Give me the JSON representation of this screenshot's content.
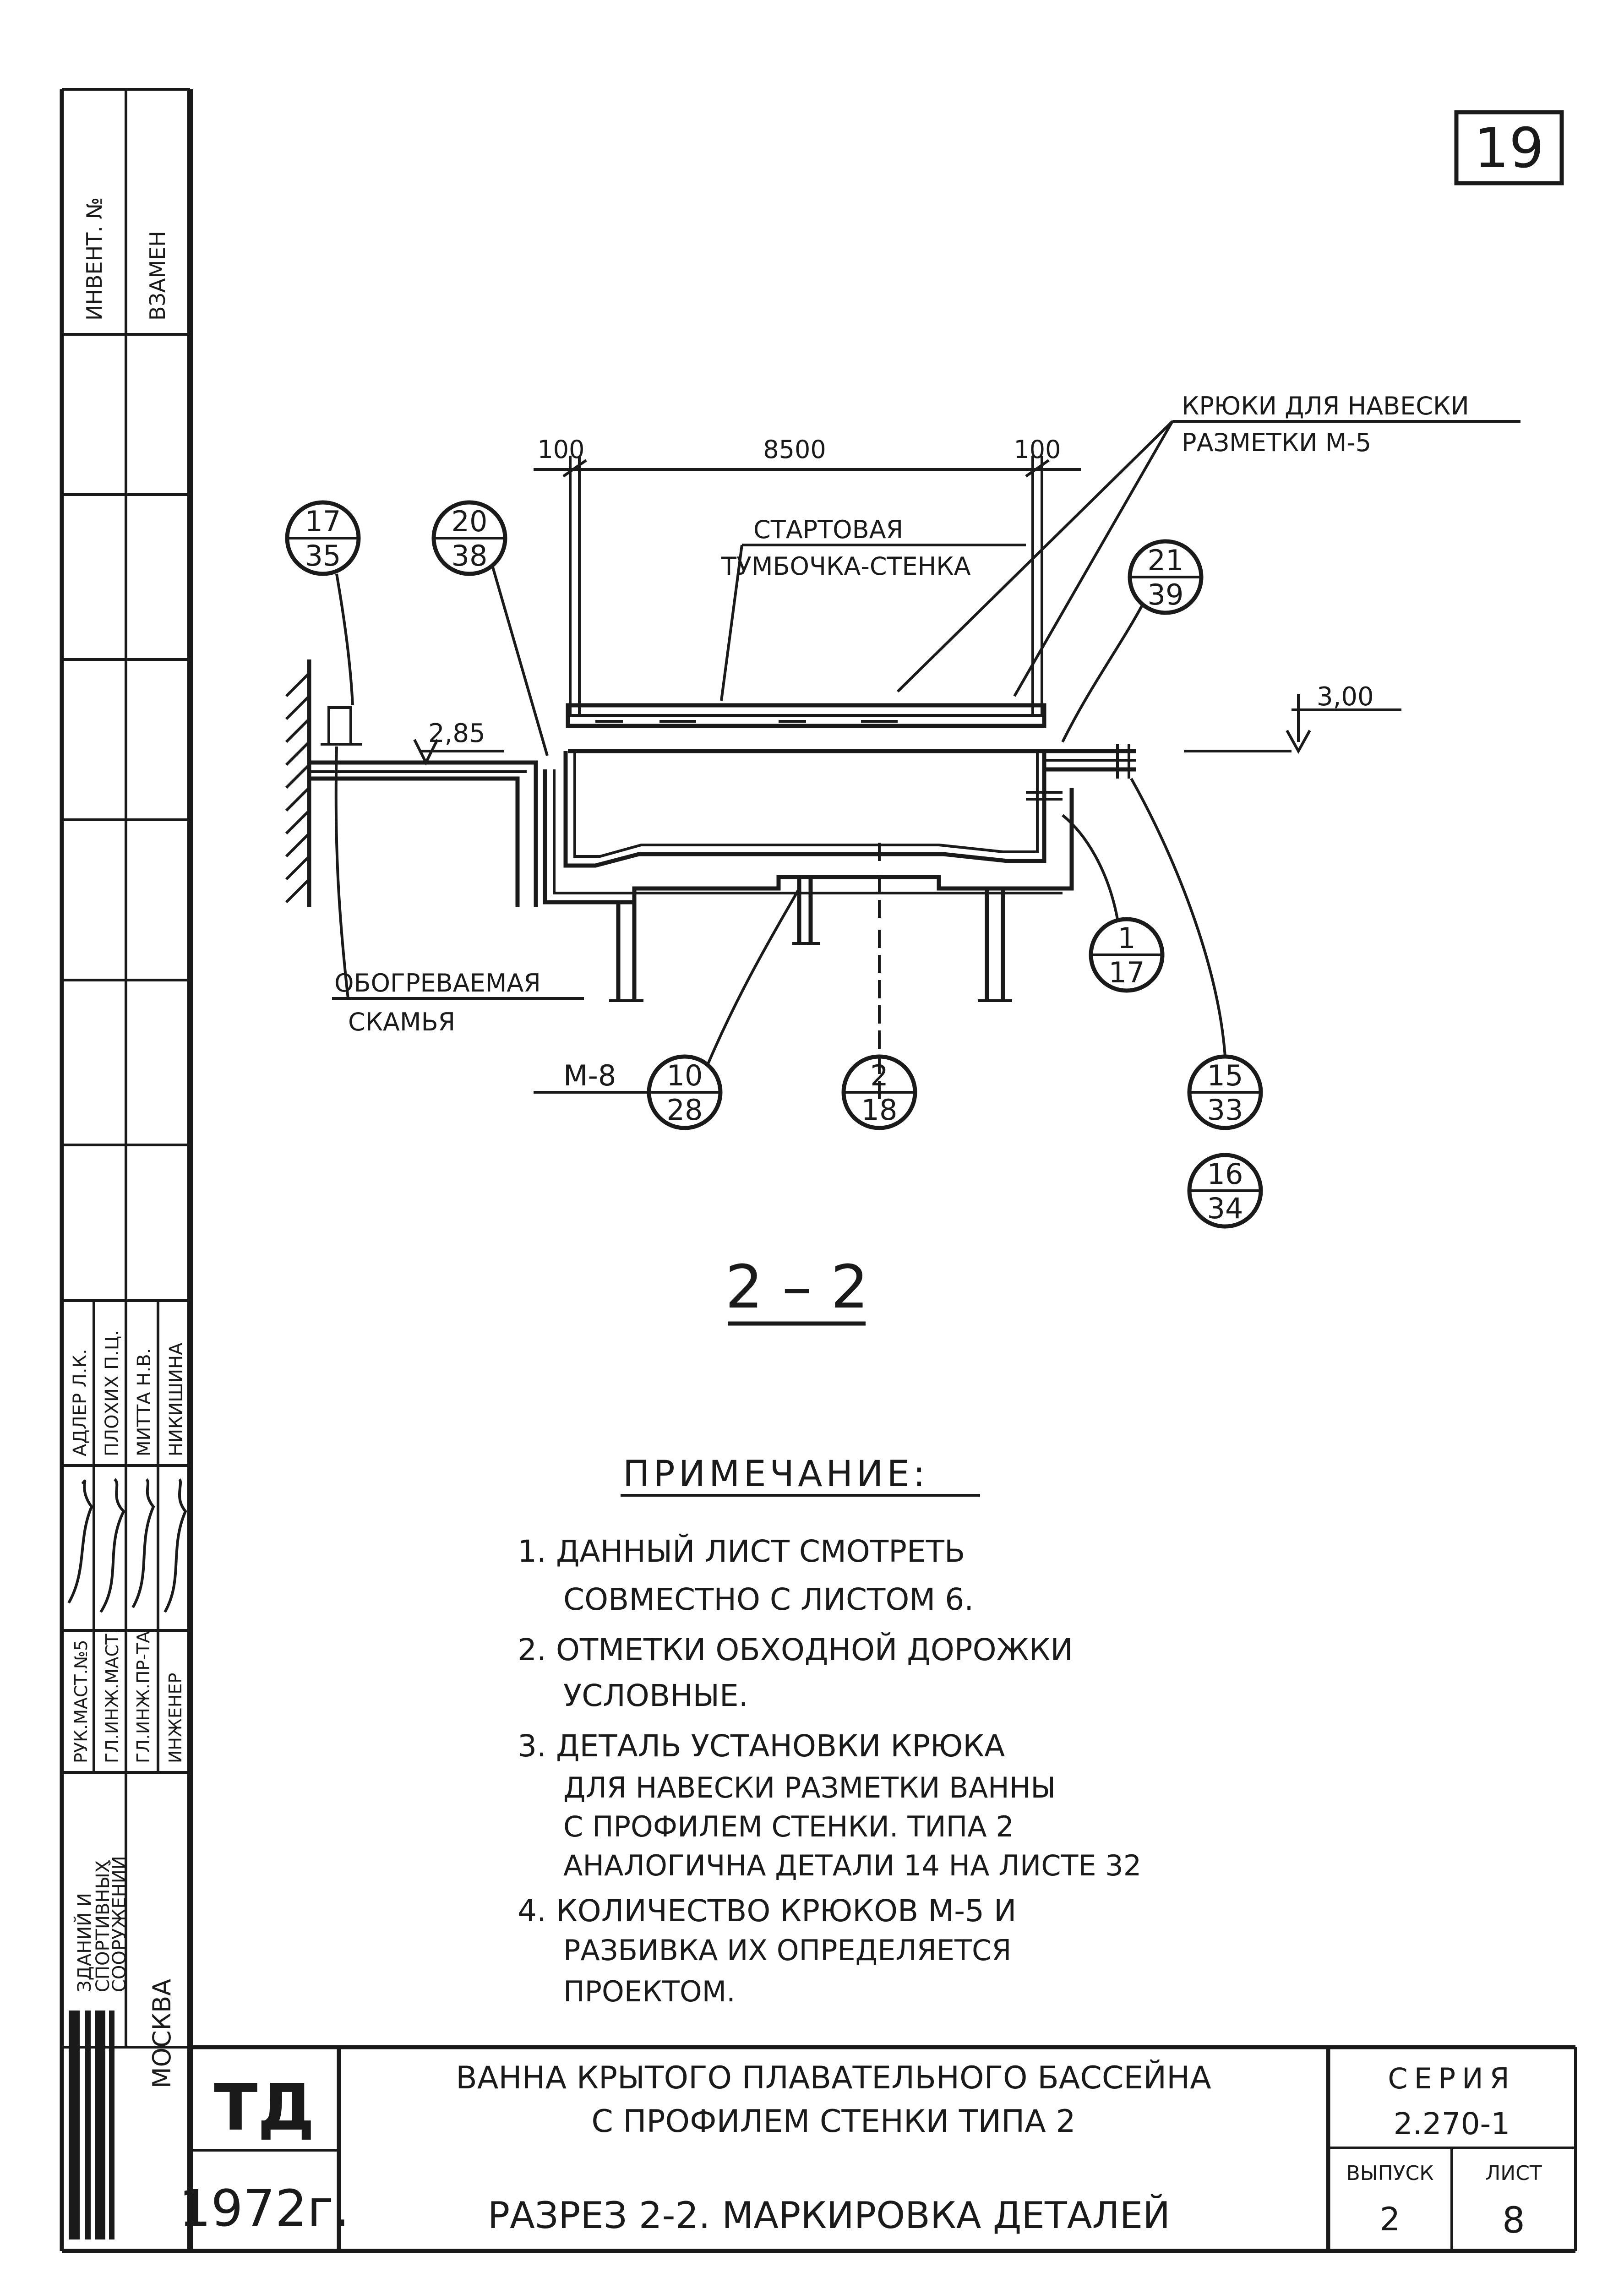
{
  "sheet_number": "19",
  "drawing": {
    "dims": {
      "left_offset": "100",
      "span": "8500",
      "right_offset": "100"
    },
    "levels": {
      "left": "2,85",
      "right": "3,00"
    },
    "labels": {
      "hooks_line1": "КРЮКИ ДЛЯ НАВЕСКИ",
      "hooks_line2": "РАЗМЕТКИ М-5",
      "starting_line1": "СТАРТОВАЯ",
      "starting_line2": "ТУМБОЧКА-СТЕНКА",
      "bench_line1": "ОБОГРЕВАЕМАЯ",
      "bench_line2": "СКАМЬЯ",
      "m8": "М-8"
    },
    "callouts": [
      {
        "top": "17",
        "bottom": "35"
      },
      {
        "top": "20",
        "bottom": "38"
      },
      {
        "top": "21",
        "bottom": "39"
      },
      {
        "top": "1",
        "bottom": "17"
      },
      {
        "top": "10",
        "bottom": "28"
      },
      {
        "top": "2",
        "bottom": "18"
      },
      {
        "top": "15",
        "bottom": "33"
      },
      {
        "top": "16",
        "bottom": "34"
      }
    ],
    "section_label": "2 – 2"
  },
  "notes": {
    "heading": "ПРИМЕЧАНИЕ:",
    "lines": [
      "1. ДАННЫЙ ЛИСТ СМОТРЕТЬ",
      "СОВМЕСТНО С ЛИСТОМ 6.",
      "2. ОТМЕТКИ ОБХОДНОЙ ДОРОЖКИ",
      "УСЛОВНЫЕ.",
      "3. ДЕТАЛЬ УСТАНОВКИ КРЮКА",
      "ДЛЯ НАВЕСКИ РАЗМЕТКИ ВАННЫ",
      "С ПРОФИЛЕМ СТЕНКИ. ТИПА 2",
      "АНАЛОГИЧНА ДЕТАЛИ 14 НА ЛИСТЕ 32",
      "4. КОЛИЧЕСТВО КРЮКОВ М-5 И",
      "РАЗБИВКА ИХ ОПРЕДЕЛЯЕТСЯ",
      "ПРОЕКТОМ."
    ]
  },
  "left_strip": {
    "invent_label": "ИНВЕНТ. №",
    "replaces_label": "ВЗАМЕН",
    "names": [
      "АДЛЕР Л.К.",
      "ПЛОХИХ П.Ц.",
      "МИТТА Н.В.",
      "НИКИШИНА"
    ],
    "roles": [
      "РУК.МАСТ.№5",
      "ГЛ.ИНЖ.МАСТ.",
      "ГЛ.ИНЖ.ПР-ТА",
      "ИНЖЕНЕР"
    ],
    "org_line1": "ЗДАНИЙ И",
    "org_line2": "СПОРТИВНЫХ",
    "org_line3": "СООРУЖЕНИЙ",
    "city": "МОСКВА"
  },
  "title_block": {
    "org_mark": "ТД",
    "year": "1972г.",
    "title_line1": "ВАННА КРЫТОГО ПЛАВАТЕЛЬНОГО БАССЕЙНА",
    "title_line2": "С ПРОФИЛЕМ СТЕНКИ ТИПА 2",
    "subtitle": "РАЗРЕЗ 2-2. МАРКИРОВКА ДЕТАЛЕЙ",
    "series_label": "СЕРИЯ",
    "series_value": "2.270-1",
    "issue_label": "ВЫПУСК",
    "issue_value": "2",
    "sheet_label": "ЛИСТ",
    "sheet_value": "8"
  }
}
